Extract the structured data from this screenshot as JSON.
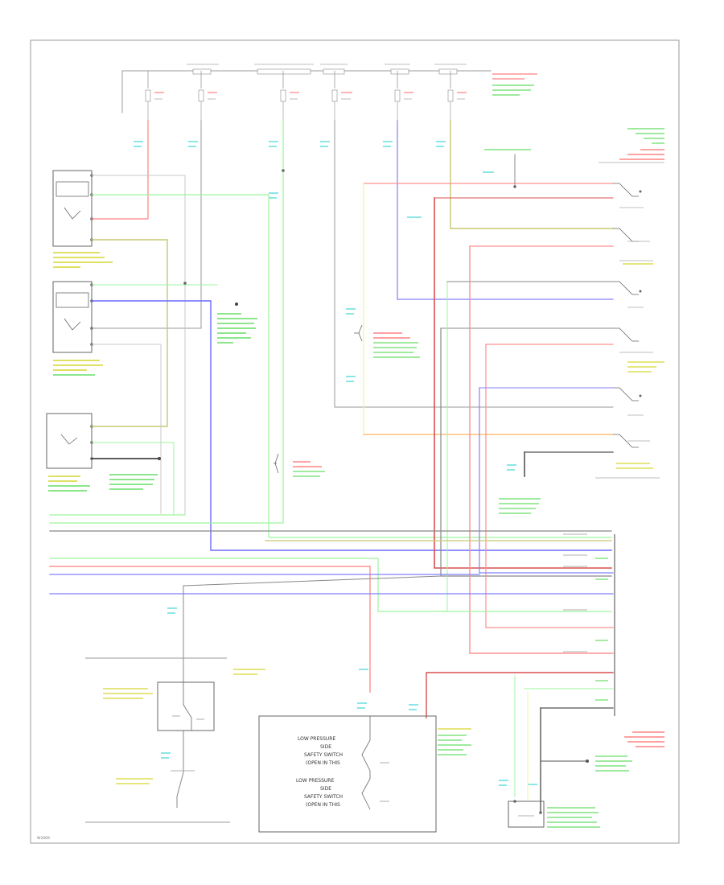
{
  "figure_id": "W2009",
  "colors": {
    "red": "#ff6b6b",
    "green": "#9cf59c",
    "blue": "#6a6aff",
    "yellow": "#f3f39a",
    "orange": "#ffb060",
    "gray": "#888888",
    "darkred": "#d85050",
    "label_cyan": "#66dddd",
    "label_green": "#44cc44",
    "label_red": "#ee4444",
    "label_yellow": "#d6d630"
  },
  "labels": {
    "pressure_a": "LOW PRESSURE",
    "pressure_a_2": "SIDE",
    "pressure_a_3": "SAFETY SWITCH",
    "pressure_a_4": "(OPEN IN THIS",
    "pressure_b": "LOW PRESSURE",
    "pressure_b_2": "SIDE",
    "pressure_b_3": "SAFETY SWITCH",
    "pressure_b_4": "(OPEN IN THIS"
  }
}
